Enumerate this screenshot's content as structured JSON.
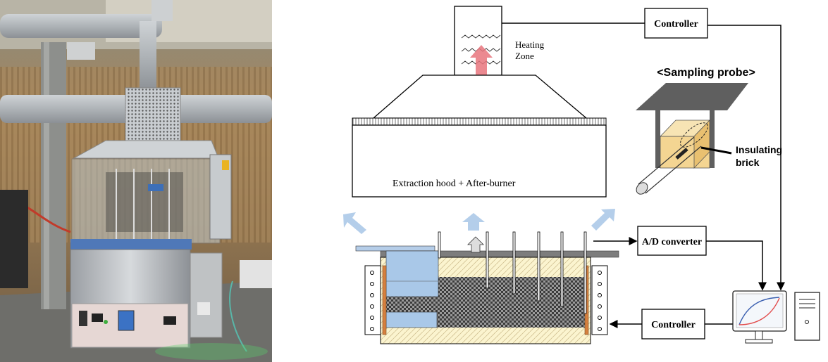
{
  "photo": {
    "description_icon": "apparatus-photo"
  },
  "labels": {
    "controller_top": "Controller",
    "heating_zone_line1": "Heating",
    "heating_zone_line2": "Zone",
    "sampling_probe": "<Sampling probe>",
    "insulating_line1": "Insulating",
    "insulating_line2": "brick",
    "extraction_hood": "Extraction hood + After-burner",
    "ad_converter": "A/D converter",
    "controller_bottom": "Controller"
  },
  "colors": {
    "arrow_red": "#e8747c",
    "arrow_blue": "#a7c6e6",
    "water_blue": "#a9c8e8",
    "sand": "#fbf4cf",
    "heater_copper": "#d5803f",
    "brick": "#f4d592",
    "probe_box": "#5f5f5f",
    "plot_red": "#e24b4b",
    "plot_blue": "#3a5fb0"
  }
}
